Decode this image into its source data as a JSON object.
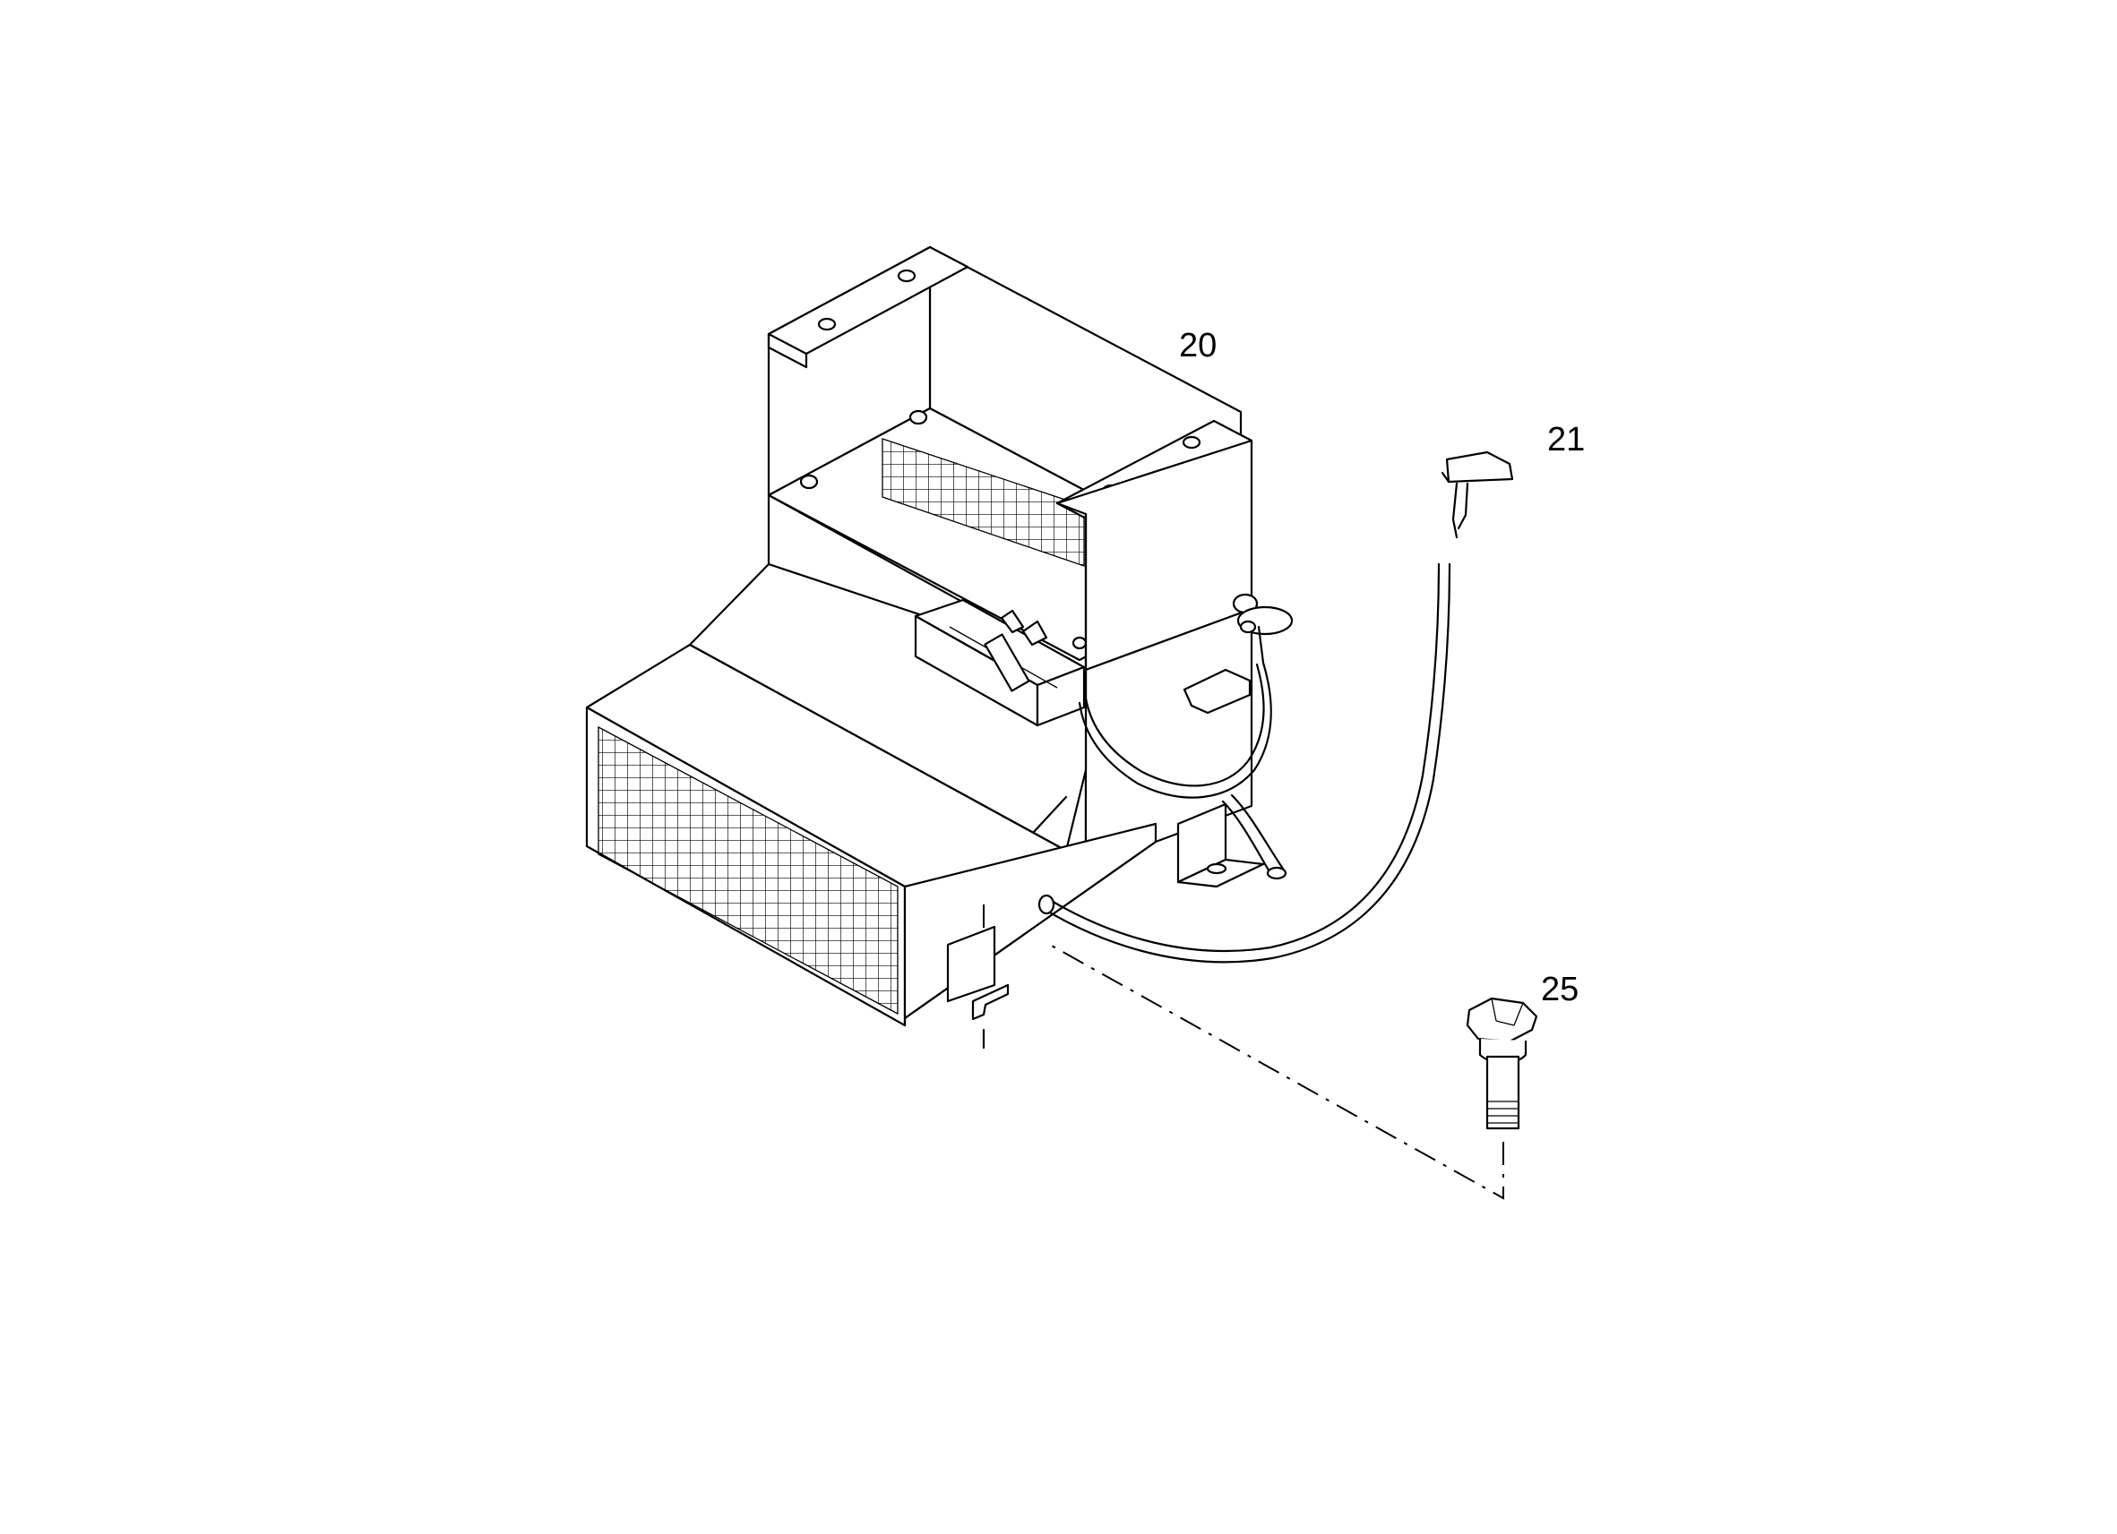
{
  "callouts": {
    "c20": "20",
    "c21": "21",
    "c25": "25"
  }
}
